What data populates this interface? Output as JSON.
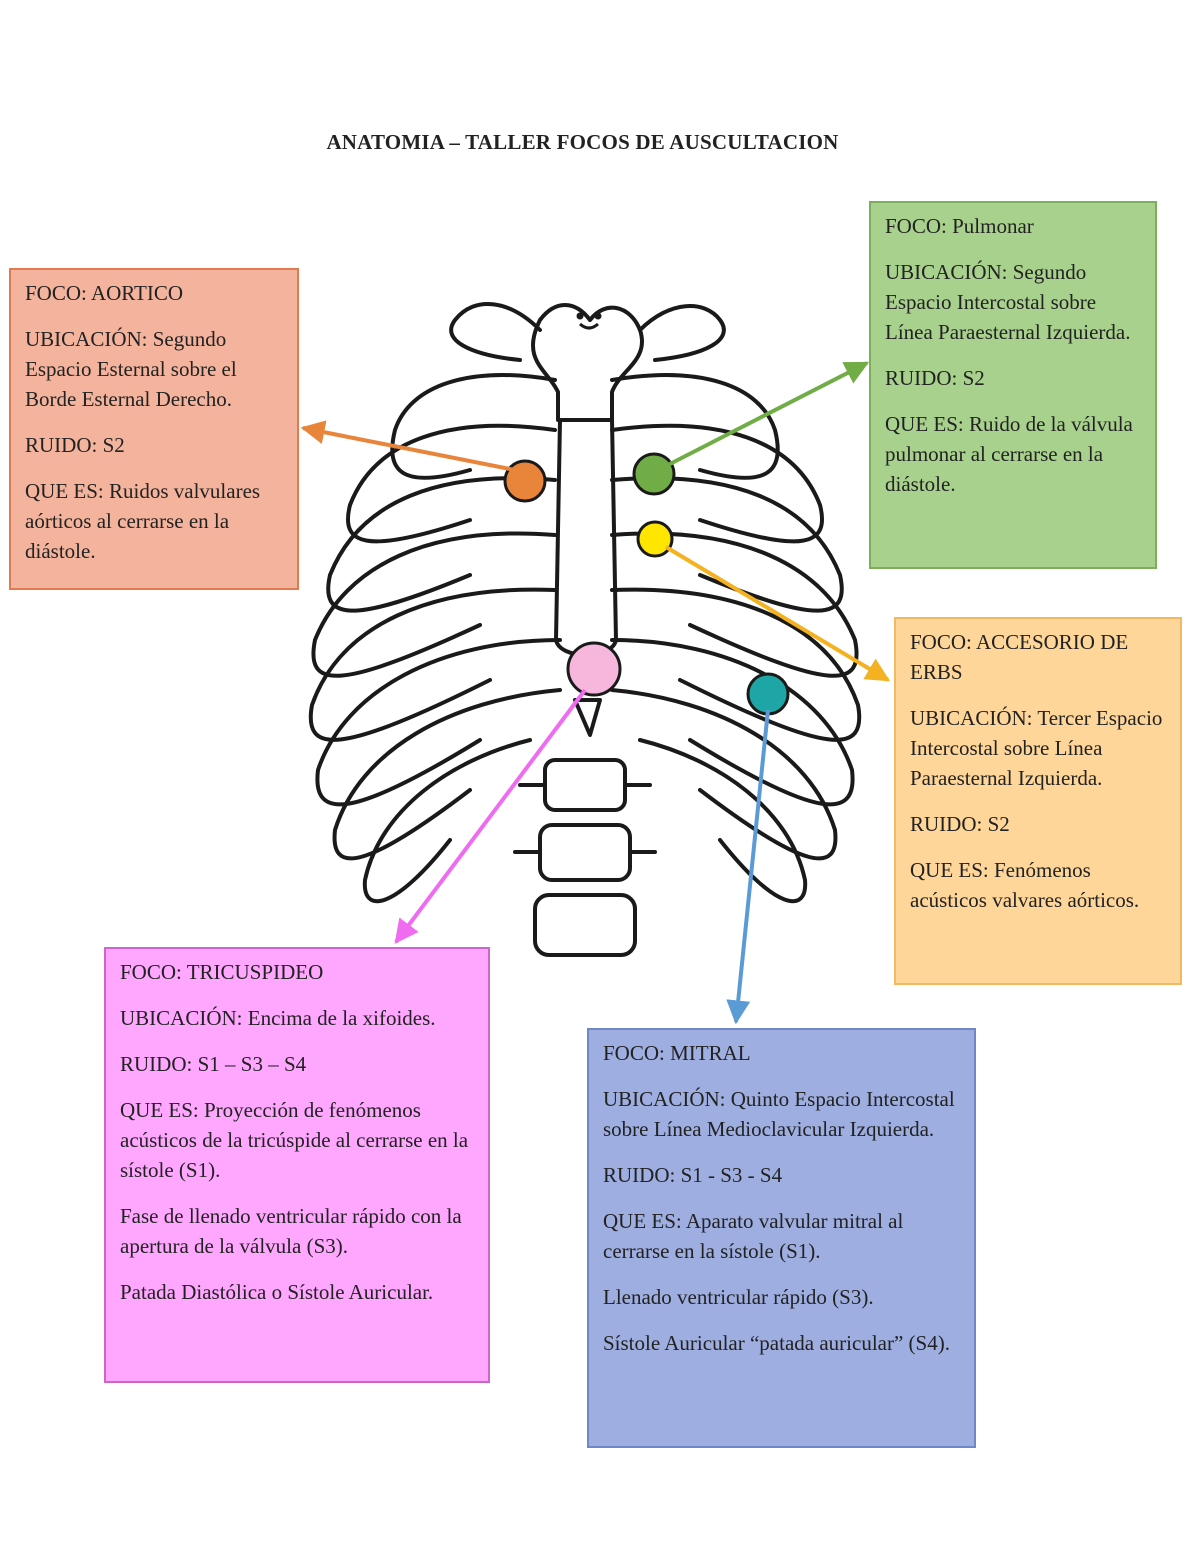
{
  "title": "ANATOMIA – TALLER FOCOS DE AUSCULTACION",
  "colors": {
    "aortico_box": "#f4b39c",
    "aortico_border": "#e07a50",
    "aortico_dot": "#e8853b",
    "aortico_arrow": "#e8853b",
    "pulmonar_box": "#a9d18e",
    "pulmonar_border": "#7cae5c",
    "pulmonar_dot": "#70ad47",
    "pulmonar_arrow": "#70ad47",
    "erbs_box": "#ffd699",
    "erbs_border": "#f4b860",
    "erbs_dot": "#ffe600",
    "erbs_arrow": "#f4b120",
    "tricuspideo_box": "#ffa6ff",
    "tricuspideo_border": "#cc66cc",
    "tricuspideo_dot": "#f7b6dc",
    "tricuspideo_arrow": "#ef6bef",
    "mitral_box": "#9eaee0",
    "mitral_border": "#6f86c7",
    "mitral_dot": "#1ea5a5",
    "mitral_arrow": "#5b9bd5"
  },
  "boxes": {
    "aortico": {
      "foco": "FOCO: AORTICO",
      "ubicacion": "UBICACIÓN: Segundo Espacio Esternal sobre el Borde Esternal Derecho.",
      "ruido": "RUIDO: S2",
      "que_es": "QUE ES: Ruidos valvulares aórticos al cerrarse en la diástole."
    },
    "pulmonar": {
      "foco": "FOCO: Pulmonar",
      "ubicacion": "UBICACIÓN: Segundo Espacio Intercostal sobre Línea Paraesternal Izquierda.",
      "ruido": "RUIDO: S2",
      "que_es": "QUE ES: Ruido de la válvula pulmonar al cerrarse en la diástole."
    },
    "erbs": {
      "foco": "FOCO: ACCESORIO DE ERBS",
      "ubicacion": "UBICACIÓN: Tercer Espacio Intercostal sobre Línea Paraesternal Izquierda.",
      "ruido": "RUIDO: S2",
      "que_es": "QUE ES: Fenómenos acústicos valvares aórticos."
    },
    "tricuspideo": {
      "foco": "FOCO: TRICUSPIDEO",
      "ubicacion": "UBICACIÓN: Encima de la xifoides.",
      "ruido": "RUIDO: S1 – S3 – S4",
      "que_es": "QUE ES: Proyección de fenómenos acústicos de la tricúspide al cerrarse en la sístole (S1).",
      "extra1": "Fase de llenado ventricular rápido con la apertura de la válvula (S3).",
      "extra2": "Patada Diastólica o Sístole Auricular."
    },
    "mitral": {
      "foco": "FOCO: MITRAL",
      "ubicacion": "UBICACIÓN: Quinto Espacio Intercostal sobre Línea Medioclavicular Izquierda.",
      "ruido": "RUIDO: S1 - S3 - S4",
      "que_es": "QUE ES: Aparato valvular mitral al cerrarse en la sístole (S1).",
      "extra1": "Llenado ventricular rápido (S3).",
      "extra2": "Sístole Auricular “patada auricular” (S4)."
    }
  }
}
